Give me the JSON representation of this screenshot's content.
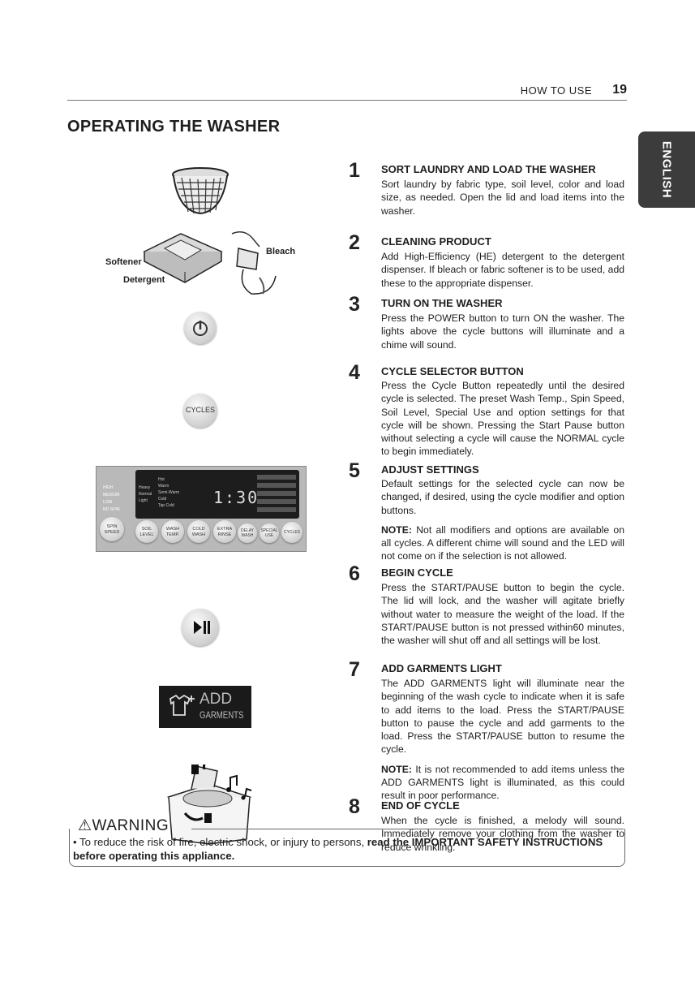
{
  "header": {
    "section": "HOW TO USE",
    "page_number": "19"
  },
  "title": "OPERATING THE WASHER",
  "side_tab": "ENGLISH",
  "illustrations": {
    "softener_label": "Softener",
    "detergent_label": "Detergent",
    "bleach_label": "Bleach",
    "cycles_button_label": "CYCLES",
    "add_garments_top": "ADD",
    "add_garments_bottom": "GARMENTS",
    "panel_display": "1:30",
    "panel_buttons": [
      "SPIN SPEED",
      "SOIL LEVEL",
      "WASH TEMP.",
      "COLD WASH",
      "EXTRA RINSE",
      "DELAY WASH",
      "SPECIAL USE",
      "CYCLES"
    ],
    "panel_spin_levels": [
      "HIGH",
      "MEDIUM",
      "LOW",
      "NO SPIN"
    ],
    "panel_soil_levels": [
      "Heavy",
      "Normal",
      "Light"
    ],
    "panel_temps": [
      "Hot",
      "Warm",
      "Semi-Warm",
      "Cold",
      "Tap Cold"
    ]
  },
  "steps": [
    {
      "num": "1",
      "title": "SORT LAUNDRY AND LOAD THE WASHER",
      "body": "Sort laundry by fabric type, soil level, color and load size, as needed. Open the lid and load items into the washer."
    },
    {
      "num": "2",
      "title": "CLEANING PRODUCT",
      "body": "Add High-Efficiency (HE) detergent to the detergent dispenser. If bleach or fabric softener is to be used, add these to the appropriate dispenser."
    },
    {
      "num": "3",
      "title": "TURN ON THE WASHER",
      "body": "Press the POWER button to turn ON the washer. The lights above the cycle buttons will illuminate and a chime will sound."
    },
    {
      "num": "4",
      "title": "CYCLE SELECTOR BUTTON",
      "body": "Press the Cycle Button repeatedly until the desired cycle is selected. The preset Wash Temp., Spin Speed, Soil Level, Special Use and option settings for that cycle will be shown. Pressing the Start Pause button without selecting a cycle will cause the NORMAL cycle to begin immediately."
    },
    {
      "num": "5",
      "title": "ADJUST SETTINGS",
      "body": "Default settings for the selected cycle can now be changed, if desired, using the cycle modifier and option buttons.",
      "note_label": "NOTE:",
      "note": " Not all modifiers and options are available on all cycles. A different chime will sound and the LED will not come on if the selection is not allowed."
    },
    {
      "num": "6",
      "title": "BEGIN CYCLE",
      "body": "Press the START/PAUSE button to begin the cycle. The lid will lock, and the washer will agitate briefly without water to measure the weight of the load. If the START/PAUSE button is not pressed within60 minutes, the washer will shut off and all settings will be lost."
    },
    {
      "num": "7",
      "title": "ADD GARMENTS LIGHT",
      "body": "The ADD GARMENTS light will illuminate near the beginning of the wash cycle to indicate when it is safe to add items to the load. Press the START/PAUSE button to pause the cycle and add garments to the load. Press the START/PAUSE button to resume the cycle.",
      "note_label": "NOTE:",
      "note": " It is not recommended to add items unless the ADD GARMENTS light is illuminated, as this could result in poor performance."
    },
    {
      "num": "8",
      "title": "END OF CYCLE",
      "body": "When the cycle is finished, a melody will sound. Immediately remove your clothing from the washer to reduce wrinkling."
    }
  ],
  "warning": {
    "title": "WARNING",
    "text_plain": "• To reduce the risk of fire, electric shock, or injury to persons, ",
    "text_bold": "read the IMPORTANT SAFETY INSTRUCTIONS before operating this appliance."
  }
}
